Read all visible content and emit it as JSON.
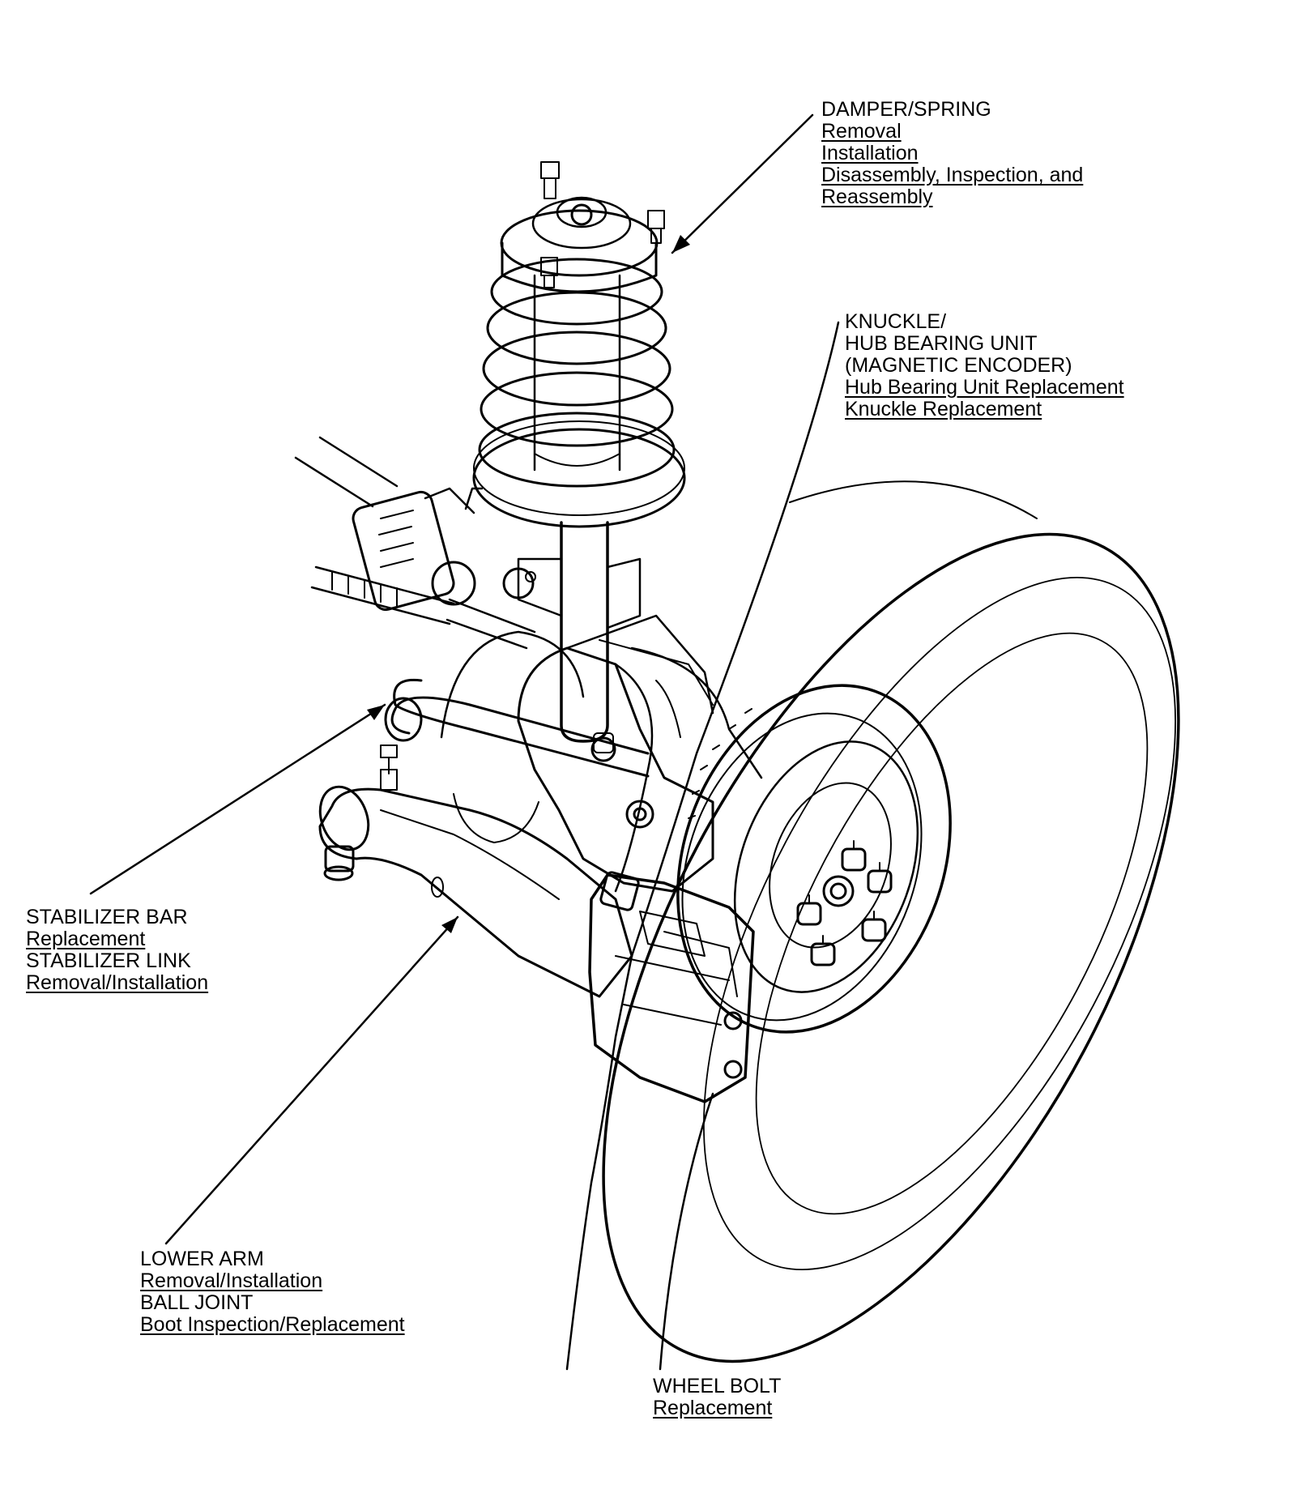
{
  "callouts": {
    "damper_spring": {
      "title": "DAMPER/SPRING",
      "links": [
        "Removal",
        "Installation",
        "Disassembly, Inspection, and",
        "Reassembly"
      ]
    },
    "knuckle": {
      "title_lines": [
        "KNUCKLE/",
        "HUB BEARING UNIT",
        "(MAGNETIC ENCODER)"
      ],
      "links": [
        "Hub Bearing Unit Replacement",
        "Knuckle Replacement"
      ]
    },
    "stabilizer": {
      "title": "STABILIZER BAR",
      "link_1": "Replacement",
      "title_2": "STABILIZER LINK",
      "link_2": "Removal/Installation"
    },
    "lower_arm": {
      "title": "LOWER ARM",
      "link_1": "Removal/Installation",
      "title_2": "BALL JOINT",
      "link_2": "Boot Inspection/Replacement"
    },
    "wheel_bolt": {
      "title": "WHEEL BOLT",
      "link_1": "Replacement"
    }
  }
}
